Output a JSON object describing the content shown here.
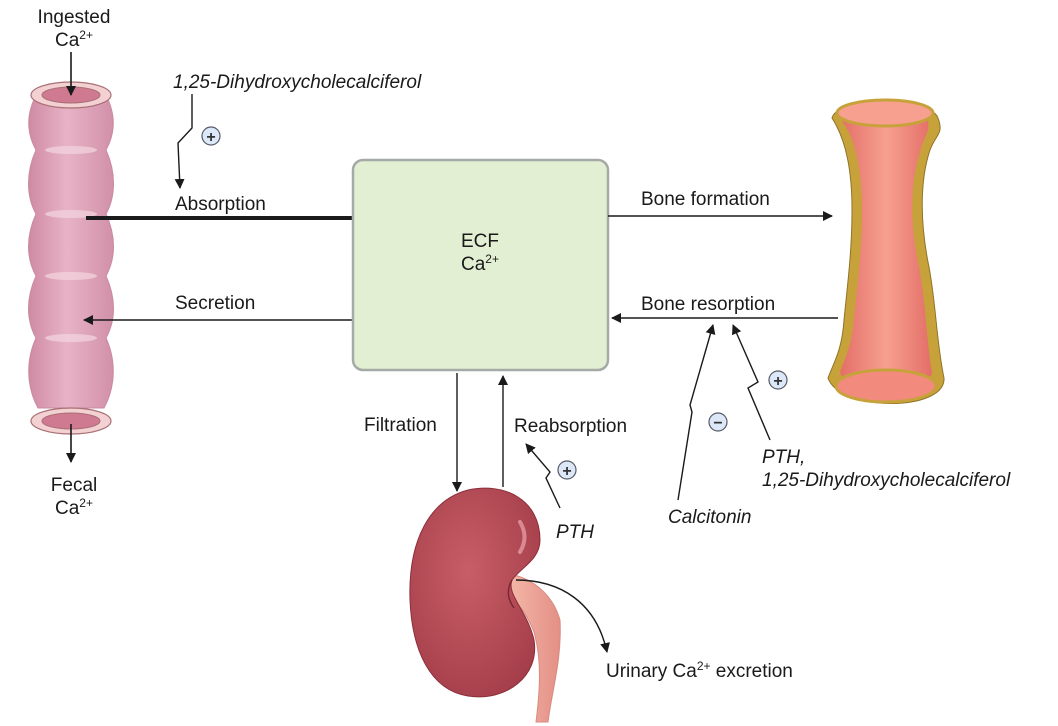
{
  "colors": {
    "intestine_fill": "#e3a3bb",
    "intestine_ring": "#f3cfd3",
    "ecf_fill": "#e2efd2",
    "ecf_border": "#a5aaa6",
    "kidney_fill": "#b54a55",
    "ureter_fill": "#f0a9a0",
    "bone_fill": "#f0877c",
    "bone_cortex": "#c7a23a",
    "sign_fill": "#dce8f7",
    "sign_stroke": "#555a66",
    "arrow": "#1a1a1a"
  },
  "intestine": {
    "ingested_line1": "Ingested",
    "ingested_ca": "Ca",
    "ingested_charge": "2+",
    "fecal_line1": "Fecal",
    "fecal_ca": "Ca",
    "fecal_charge": "2+"
  },
  "absorption": {
    "regulator": "1,25-Dihydroxycholecalciferol",
    "regulator_sign": "+",
    "label": "Absorption"
  },
  "secretion": {
    "label": "Secretion"
  },
  "ecf": {
    "line1": "ECF",
    "ca": "Ca",
    "charge": "2+"
  },
  "bone": {
    "formation_label": "Bone formation",
    "resorption_label": "Bone resorption",
    "calcitonin": "Calcitonin",
    "calcitonin_sign": "−",
    "pth_line1": "PTH,",
    "pth_line2": "1,25-Dihydroxycholecalciferol",
    "pth_sign": "+"
  },
  "kidney": {
    "filtration_label": "Filtration",
    "reabsorption_label": "Reabsorption",
    "pth": "PTH",
    "pth_sign": "+",
    "urinary_prefix": "Urinary Ca",
    "urinary_charge": "2+",
    "urinary_suffix": " excretion"
  }
}
